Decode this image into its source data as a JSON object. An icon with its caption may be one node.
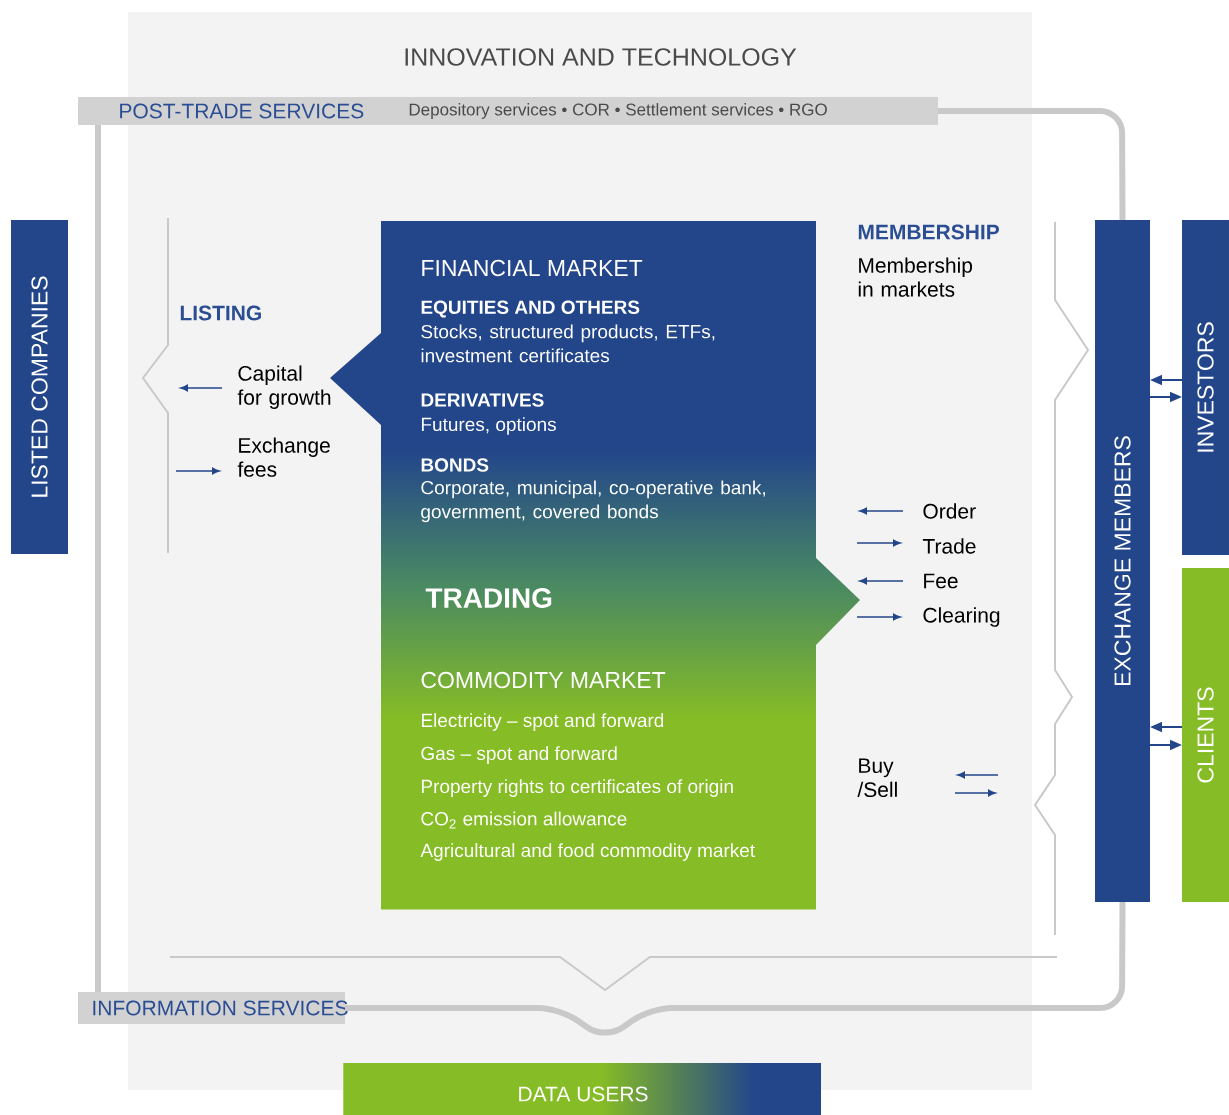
{
  "diagram": {
    "nodes": [
      {
        "text": [
          "INNOVATION AND TECHNOLOGY"
        ]
      },
      {
        "text": [
          "POST-TRADE SERVICES",
          "Depository services • COR • Settlement services • RGO"
        ]
      },
      {
        "text": [
          "LISTED COMPANIES"
        ]
      },
      {
        "text": [
          "FINANCIAL MARKET",
          "EQUITIES AND OTHERS",
          "Stocks, structured products, ETFs, investment certificates",
          "DERIVATIVES",
          "Futures, options",
          "BONDS",
          "Corporate, municipal, co-operative bank, government, covered bonds",
          "TRADING",
          "COMMODITY MARKET",
          "Electricity – spot and forward",
          "Gas – spot and forward",
          "Property rights to certificates of origin",
          "CO$_{2}$ emission allowance",
          "Agricultural and food commodity market"
        ],
        "in": 0
      },
      {
        "text": [
          "EXCHANGE MEMBERS"
        ]
      },
      {
        "text": [
          "INVESTORS"
        ]
      },
      {
        "text": [
          "CLIENTS"
        ]
      },
      {
        "text": [
          "INFORMATION SERVICES"
        ]
      },
      {
        "text": [
          "DATA USERS"
        ]
      }
    ],
    "edges": [
      {
        "from": 5,
        "to": 4,
        "arrow": "to"
      },
      {
        "from": 4,
        "to": 5,
        "arrow": "to"
      },
      {
        "from": 6,
        "to": 4,
        "arrow": "to"
      },
      {
        "from": 4,
        "to": 6,
        "arrow": "to"
      },
      {
        "from": 1,
        "to": 7,
        "arrow": "none",
        "style": "thick",
        "color": "#c9c9c9"
      },
      {
        "from": 1,
        "to": 4,
        "arrow": "none",
        "style": "thick",
        "color": "#c9c9c9"
      },
      {
        "from": 7,
        "to": 4,
        "arrow": "none",
        "style": "thick",
        "color": "#c9c9c9"
      }
    ],
    "labels": [
      "LISTING",
      "Capital for growth",
      "Exchange fees",
      "MEMBERSHIP",
      "Membership in markets",
      "Order",
      "Trade",
      "Fee",
      "Clearing",
      "Buy /Sell"
    ]
  }
}
